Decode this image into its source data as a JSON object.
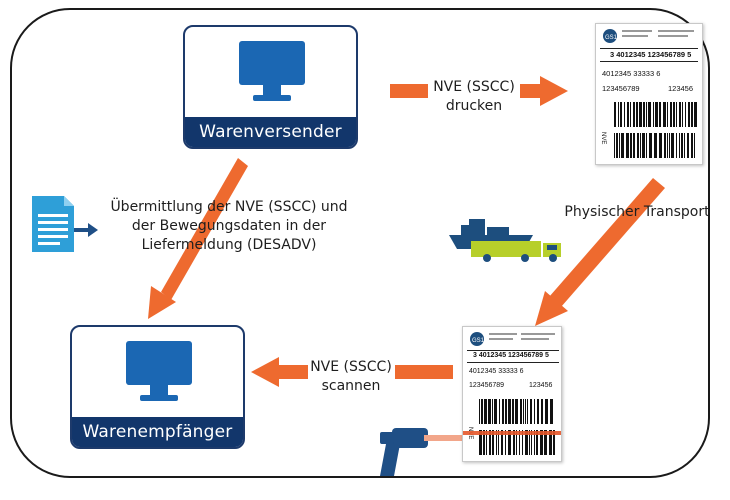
{
  "sender": {
    "label": "Warenversender"
  },
  "receiver": {
    "label": "Warenempfänger"
  },
  "print_step": {
    "line1": "NVE (SSCC)",
    "line2": "drucken"
  },
  "scan_step": {
    "line1": "NVE (SSCC)",
    "line2": "scannen"
  },
  "transport": {
    "label": "Physischer Transport"
  },
  "desadv": {
    "line1": "Übermittlung der NVE (SSCC) und",
    "line2": "der Bewegungsdaten in der",
    "line3": "Liefermeldung (DESADV)"
  },
  "shipping_label": {
    "sscc": "3 4012345 123456789 5",
    "gtin": "4012345 33333 6",
    "batch": "123456789",
    "qty": "123456",
    "side_letters": "NVE"
  },
  "colors": {
    "arrow": "#ee6a2f",
    "navy": "#12366b",
    "monitor": "#1b67b3",
    "truck": "#b7cf2a",
    "ship": "#1d4e7e",
    "doc": "#2e9fd8",
    "scanner": "#1f4f86"
  }
}
